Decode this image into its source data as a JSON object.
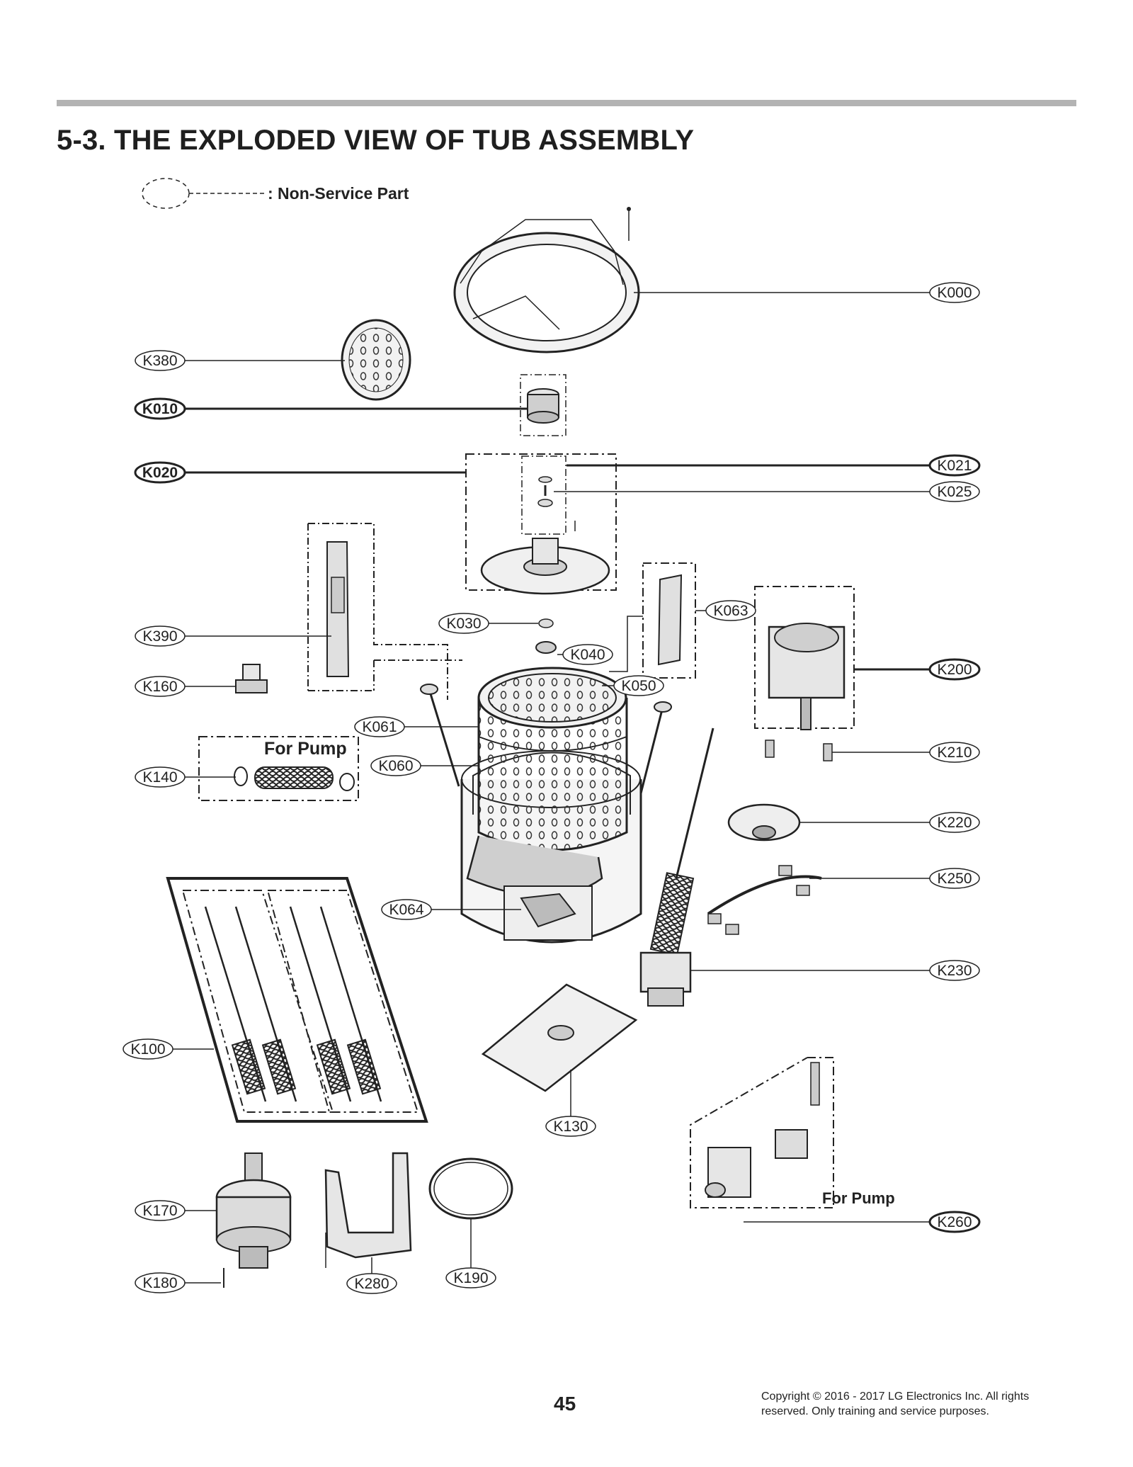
{
  "page": {
    "title": "5-3. THE EXPLODED VIEW OF TUB ASSEMBLY",
    "legend_label": ": Non-Service Part",
    "page_number": "45",
    "copyright": "Copyright © 2016 - 2017 LG Electronics Inc. All rights reserved. Only training and service purposes."
  },
  "group_labels": {
    "pump_hose": "For Pump",
    "pump_bracket": "For Pump"
  },
  "callouts": {
    "K000": "K000",
    "K380": "K380",
    "K010": "K010",
    "K020": "K020",
    "K021": "K021",
    "K025": "K025",
    "K030": "K030",
    "K040": "K040",
    "K050": "K050",
    "K061": "K061",
    "K060": "K060",
    "K063": "K063",
    "K064": "K064",
    "K100": "K100",
    "K130": "K130",
    "K140": "K140",
    "K160": "K160",
    "K170": "K170",
    "K180": "K180",
    "K190": "K190",
    "K200": "K200",
    "K210": "K210",
    "K220": "K220",
    "K230": "K230",
    "K250": "K250",
    "K260": "K260",
    "K280": "K280",
    "K390": "K390"
  },
  "colors": {
    "line": "#1a1a1a",
    "part_fill": "#f2f2f2",
    "part_shade": "#bfbfbf",
    "topbar": "#b3b3b3"
  }
}
